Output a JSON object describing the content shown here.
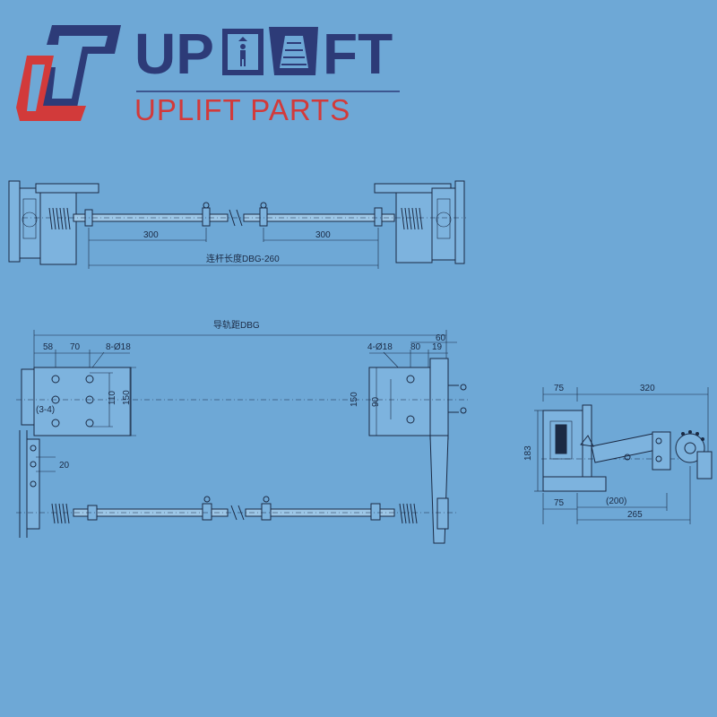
{
  "logo": {
    "wordmark_left": "UP",
    "wordmark_right": "FT",
    "subtitle": "UPLIFT PARTS",
    "brand_blue": "#2d3b78",
    "brand_red": "#d23a3a"
  },
  "top_view": {
    "dim_left": "300",
    "dim_right": "300",
    "rod_length": "连杆长度DBG-260"
  },
  "front_view": {
    "rail_distance": "导轨距DBG",
    "dim_58": "58",
    "dim_70": "70",
    "holes_left": "8-Ø18",
    "dim_60": "60",
    "holes_right": "4-Ø18",
    "dim_80": "80",
    "dim_19": "19",
    "dim_110": "110",
    "dim_150_left": "150",
    "dim_150_right": "150",
    "dim_90": "90",
    "dim_gap": "(3-4)",
    "dim_20": "20"
  },
  "side_view": {
    "dim_75_top": "75",
    "dim_320": "320",
    "dim_183": "183",
    "dim_75_bottom": "75",
    "dim_200": "(200)",
    "dim_265": "265"
  }
}
